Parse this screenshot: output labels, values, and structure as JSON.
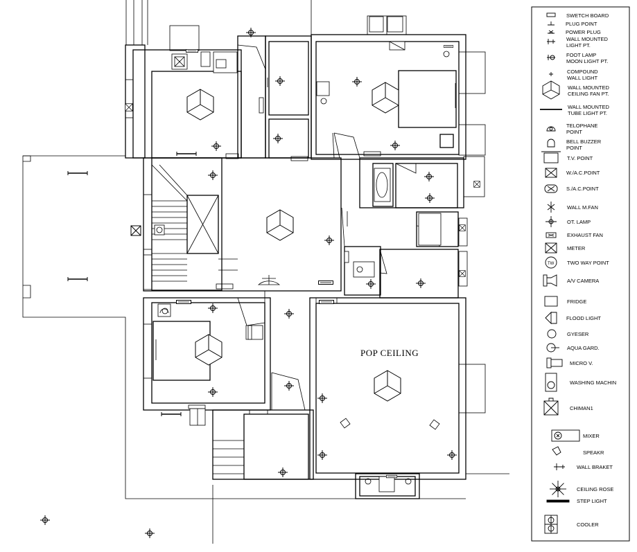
{
  "room_label": "POP CEILING",
  "legend": [
    {
      "label1": "SWETCH BOARD",
      "label2": ""
    },
    {
      "label1": "PLUG POINT",
      "label2": ""
    },
    {
      "label1": "POWER PLUG",
      "label2": ""
    },
    {
      "label1": "WALL MOUNTED",
      "label2": "LIGHT PT."
    },
    {
      "label1": "FOOT LAMP",
      "label2": "MOON LIGHT PT."
    },
    {
      "label1": "COMPOUND",
      "label2": "WALL  LIGHT"
    },
    {
      "label1": "WALL MOUNTED",
      "label2": "CEILING FAN PT."
    },
    {
      "label1": "WALL MOUNTED",
      "label2": "TUBE LIGHT PT."
    },
    {
      "label1": "TELOPHANE",
      "label2": "POINT"
    },
    {
      "label1": "BELL BUZZER",
      "label2": "POINT"
    },
    {
      "label1": "T.V. POINT",
      "label2": ""
    },
    {
      "label1": "W./A.C.POINT",
      "label2": ""
    },
    {
      "label1": "S./A.C.POINT",
      "label2": ""
    },
    {
      "label1": "WALL M.FAN",
      "label2": ""
    },
    {
      "label1": "OT. LAMP",
      "label2": ""
    },
    {
      "label1": "EXHAUST FAN",
      "label2": ""
    },
    {
      "label1": "METER",
      "label2": ""
    },
    {
      "label1": "TWO WAY POINT",
      "label2": ""
    },
    {
      "label1": "A/V CAMERA",
      "label2": ""
    },
    {
      "label1": "FRIDGE",
      "label2": ""
    },
    {
      "label1": "FLOOD LIGHT",
      "label2": ""
    },
    {
      "label1": "GYESER",
      "label2": ""
    },
    {
      "label1": "AQUA GARD.",
      "label2": ""
    },
    {
      "label1": "MICRO V.",
      "label2": ""
    },
    {
      "label1": "WASHING MACHIN",
      "label2": ""
    },
    {
      "label1": "CHIMAN1",
      "label2": ""
    },
    {
      "label1": "MIXER",
      "label2": ""
    },
    {
      "label1": "SPEAKR",
      "label2": ""
    },
    {
      "label1": "WALL BRAKET",
      "label2": ""
    },
    {
      "label1": "CEILING ROSE",
      "label2": ""
    },
    {
      "label1": "STEP LIGHT",
      "label2": ""
    },
    {
      "label1": "COOLER",
      "label2": ""
    }
  ],
  "tw_symbol_text": "TW"
}
